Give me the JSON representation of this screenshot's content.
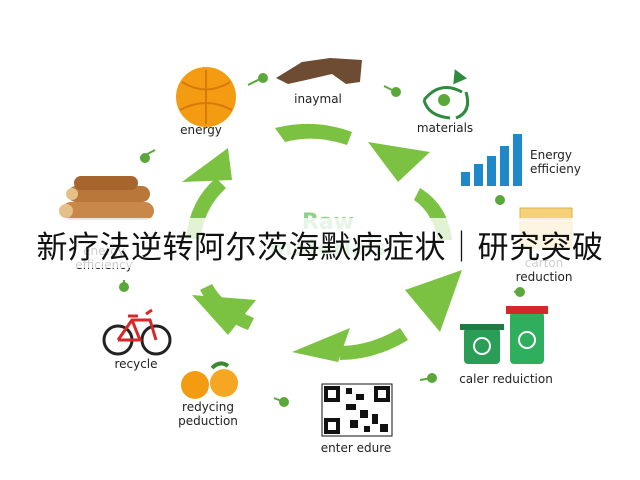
{
  "diagram": {
    "center_label_1": "Raw",
    "center_label_2": "materials",
    "nodes": [
      {
        "label": "energy",
        "icon": "orange-fruit-icon"
      },
      {
        "label": "inaymal",
        "icon": "tree-stump-icon"
      },
      {
        "label": "materials",
        "icon": "recycle-leaf-icon"
      },
      {
        "label_1": "Energy",
        "label_2": "efficieny",
        "icon": "bar-chart-icon"
      },
      {
        "label_1": "carton",
        "label_2": "reduction",
        "icon": "paper-stack-icon"
      },
      {
        "label": "caler reduiction",
        "icon": "recycle-bins-icon"
      },
      {
        "label": "enter edure",
        "icon": "qr-code-icon"
      },
      {
        "label_1": "redycing",
        "label_2": "peduction",
        "icon": "oranges-icon"
      },
      {
        "label": "recycle",
        "icon": "bicycle-icon"
      },
      {
        "label_1": "energy",
        "label_2": "efficiency",
        "icon": "log-pile-icon"
      }
    ],
    "colors": {
      "arrow_green": "#7cc242",
      "dot_green": "#5aa83a",
      "chart_blue": "#1e88c8",
      "orange": "#f39c12",
      "bike_red": "#d62828"
    }
  },
  "banner_text": "新疗法逆转阿尔茨海默病症状｜研究突破"
}
